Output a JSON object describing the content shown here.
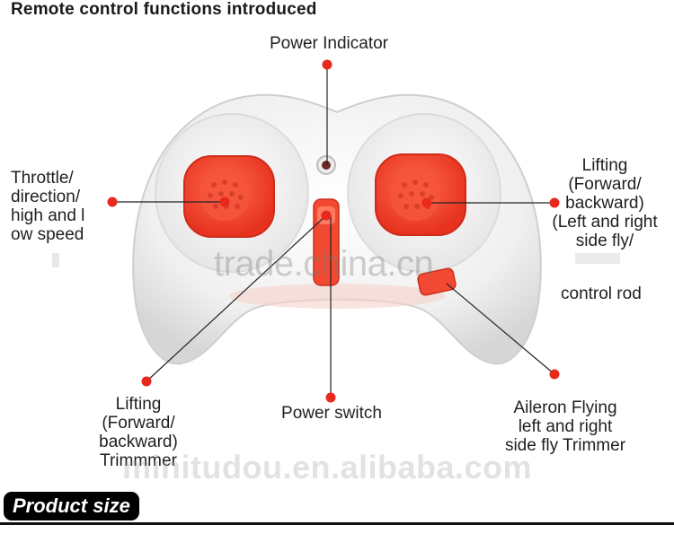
{
  "title": "Remote control functions introduced",
  "labels": {
    "power_indicator": "Power Indicator",
    "throttle": [
      "Throttle/",
      "direction/",
      "high and l",
      "ow speed"
    ],
    "lifting_right": [
      "Lifting",
      "(Forward/",
      "backward)",
      "(Left and right",
      "side fly/"
    ],
    "control_rod": "control rod",
    "lifting_trimmer": [
      "Lifting",
      "(Forward/",
      "backward)",
      "Trimmmer"
    ],
    "power_switch": "Power switch",
    "aileron": [
      "Aileron Flying",
      "left and right",
      "side fly Trimmer"
    ]
  },
  "watermarks": {
    "center": "trade.china.cn",
    "bottom": "minitudou.en.alibaba.com"
  },
  "section_badge": "Product size",
  "colors": {
    "accent": "#e8291c",
    "button_red": "#f24a32",
    "body_white": "#f2f2f2",
    "line": "#222222"
  }
}
